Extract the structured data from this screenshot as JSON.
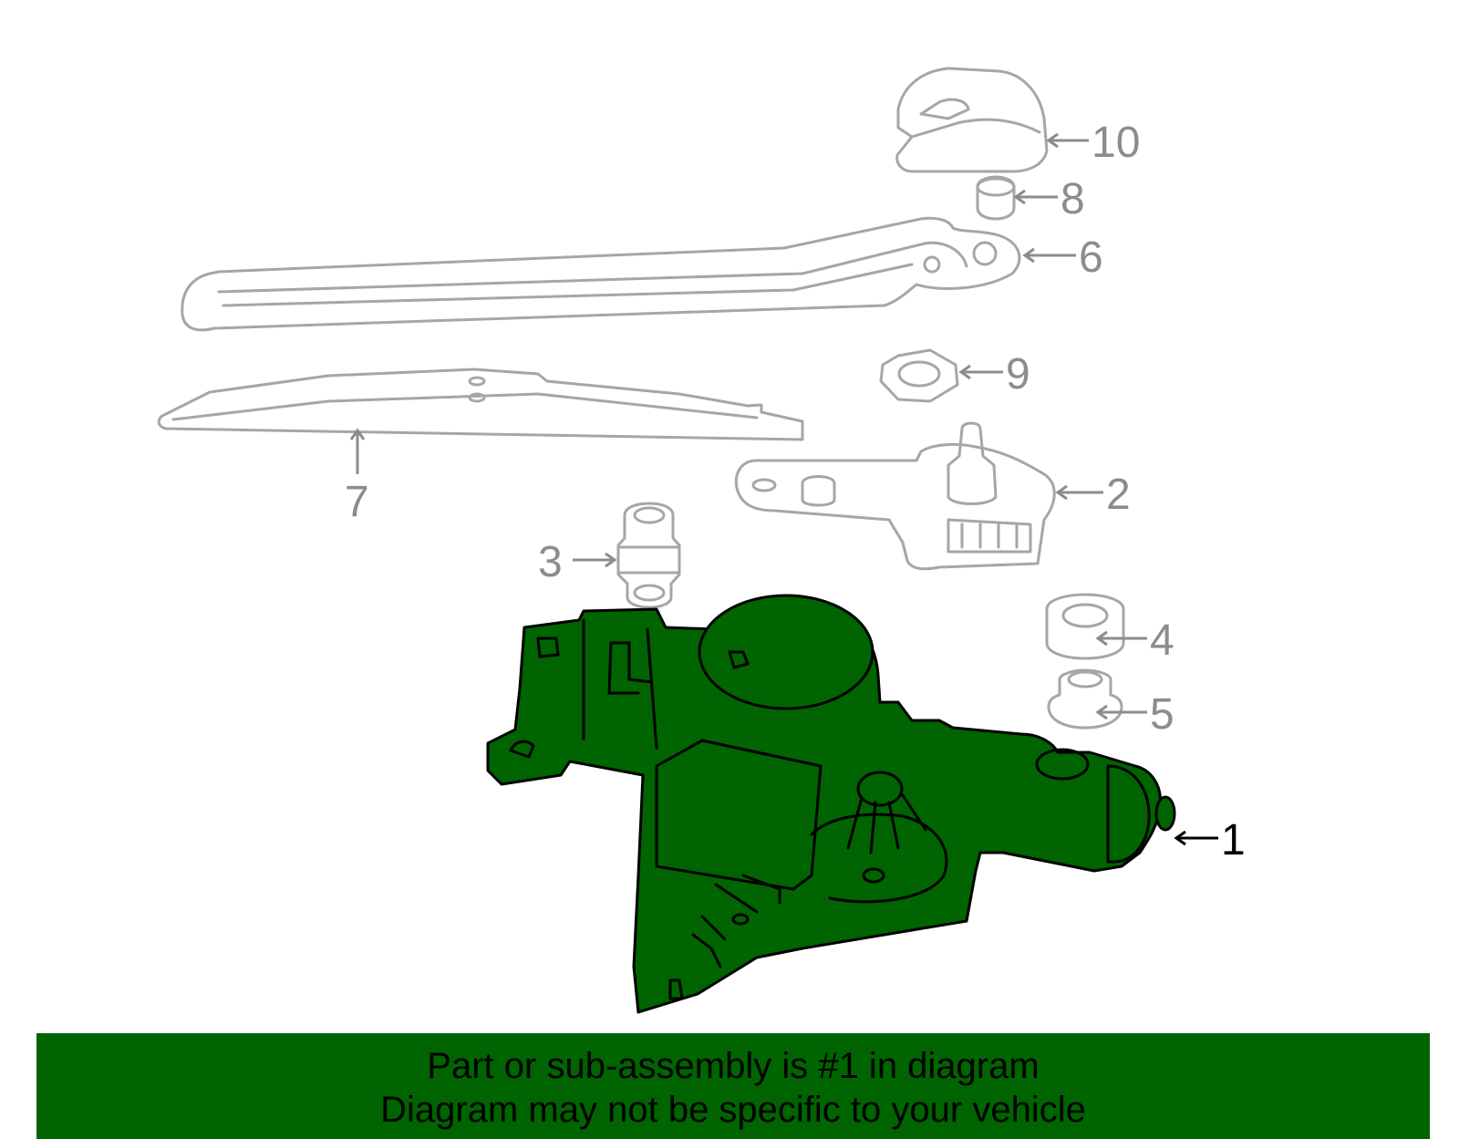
{
  "callouts": [
    "1",
    "2",
    "3",
    "4",
    "5",
    "6",
    "7",
    "8",
    "9",
    "10"
  ],
  "colors": {
    "highlight_fill": "#006400",
    "line_gray": "#a6a6a6",
    "label_gray": "#8c8c8c",
    "active_label": "#000000",
    "banner_bg": "#006400"
  },
  "banner": {
    "line1": "Part or sub-assembly is #1 in diagram",
    "line2": "Diagram may not be specific to your vehicle"
  }
}
